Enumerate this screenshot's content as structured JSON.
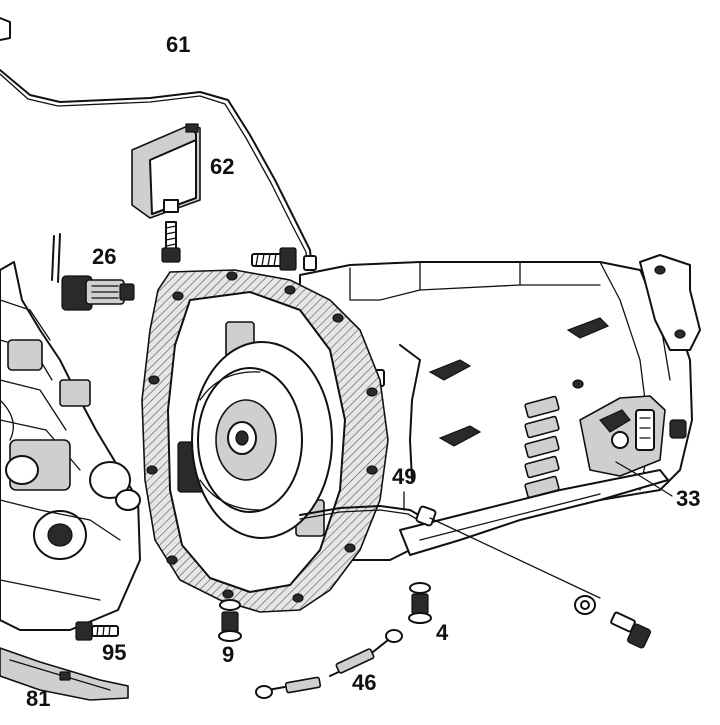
{
  "diagram": {
    "callouts": {
      "c61": "61",
      "c62": "62",
      "c26": "26",
      "c49": "49",
      "c33": "33",
      "c95": "95",
      "c9": "9",
      "c4": "4",
      "c46": "46",
      "c81": "81"
    },
    "colors": {
      "ink": "#111111",
      "shade": "#cfcfcf",
      "background": "#ffffff"
    }
  }
}
